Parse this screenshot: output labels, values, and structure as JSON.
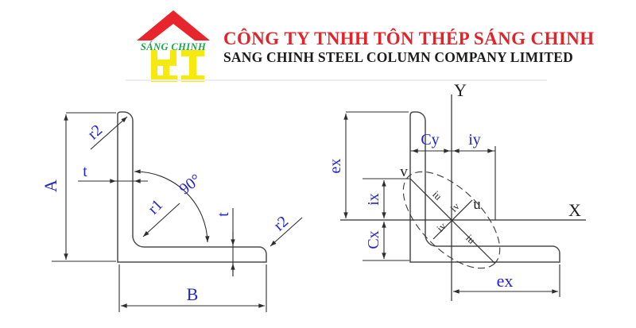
{
  "header": {
    "logo": {
      "brand_text": "SÁNG CHINH",
      "roof_color": "#e8252c",
      "brand_color": "#18a64d",
      "monogram_color": "#f6e90e"
    },
    "title_vi": "CÔNG TY TNHH TÔN THÉP SÁNG CHINH",
    "title_en": "SANG CHINH STEEL COLUMN COMPANY LIMITED",
    "title_vi_color": "#e2242a",
    "title_en_color": "#1c1c1c"
  },
  "diagram_left": {
    "description": "L-angle steel cross-section with dimensions",
    "labels": {
      "A": "A",
      "B": "B",
      "t_web": "t",
      "t_flange": "t",
      "r1": "r1",
      "r2_top": "r2",
      "r2_end": "r2",
      "angle": "90°"
    },
    "label_color": "#2324cd"
  },
  "diagram_right": {
    "description": "L-angle section with centroid axes and inertia ellipse",
    "axes": {
      "x": "X",
      "y": "Y",
      "u": "u",
      "v": "v"
    },
    "dims": {
      "ex_vertical": "ex",
      "ex_horizontal": "ex",
      "ix": "ix",
      "cx": "Cx",
      "cy": "Cy",
      "iy": "iy"
    },
    "gyration": {
      "iu_upper": "iu",
      "iu_lower": "iu",
      "iv_upper": "iv",
      "iv_lower": "iv"
    },
    "label_color": "#2324cd",
    "axis_color": "#1f1f1f",
    "line_color": "#2e2e2e"
  }
}
